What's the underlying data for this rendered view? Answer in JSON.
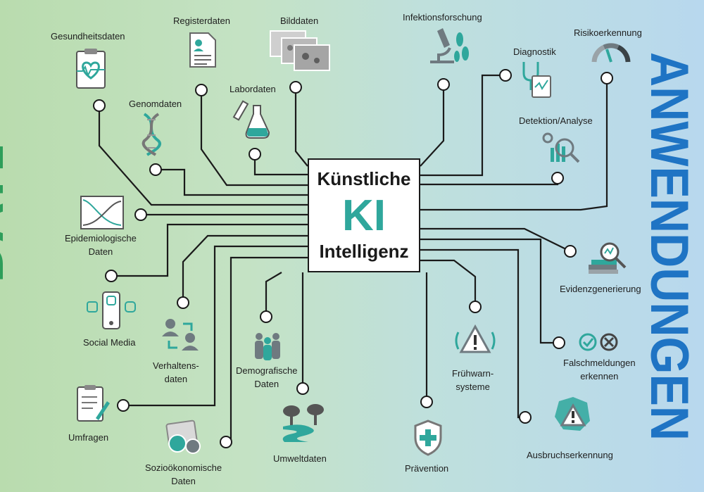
{
  "center": {
    "line1": "Künstliche",
    "big": "KI",
    "line3": "Intelligenz"
  },
  "side_left": "DATEN",
  "side_right": "ANWENDUNGEN",
  "data_items": {
    "gesundheitsdaten": "Gesundheitsdaten",
    "registerdaten": "Registerdaten",
    "bilddaten": "Bilddaten",
    "labordaten": "Labordaten",
    "genomdaten": "Genomdaten",
    "epidemiologische": [
      "Epidemiologische",
      "Daten"
    ],
    "social_media": "Social Media",
    "verhaltensdaten": [
      "Verhaltens-",
      "daten"
    ],
    "demografische": [
      "Demografische",
      "Daten"
    ],
    "umfragen": "Umfragen",
    "sozio": [
      "Sozioökonomische",
      "Daten"
    ],
    "umweltdaten": "Umweltdaten"
  },
  "applications": {
    "infektionsforschung": "Infektionsforschung",
    "diagnostik": "Diagnostik",
    "risikoerkennung": "Risikoerkennung",
    "detektion": "Detektion/Analyse",
    "evidenz": "Evidenzgenerierung",
    "falschmeldungen": [
      "Falschmeldungen",
      "erkennen"
    ],
    "fruehwarn": [
      "Frühwarn-",
      "systeme"
    ],
    "praevention": "Prävention",
    "ausbruch": "Ausbruchserkennung"
  },
  "colors": {
    "teal": "#2fa79c",
    "green_text": "#2e9e5a",
    "blue_text": "#1f74c4",
    "gray_icon": "#6f7a80"
  }
}
